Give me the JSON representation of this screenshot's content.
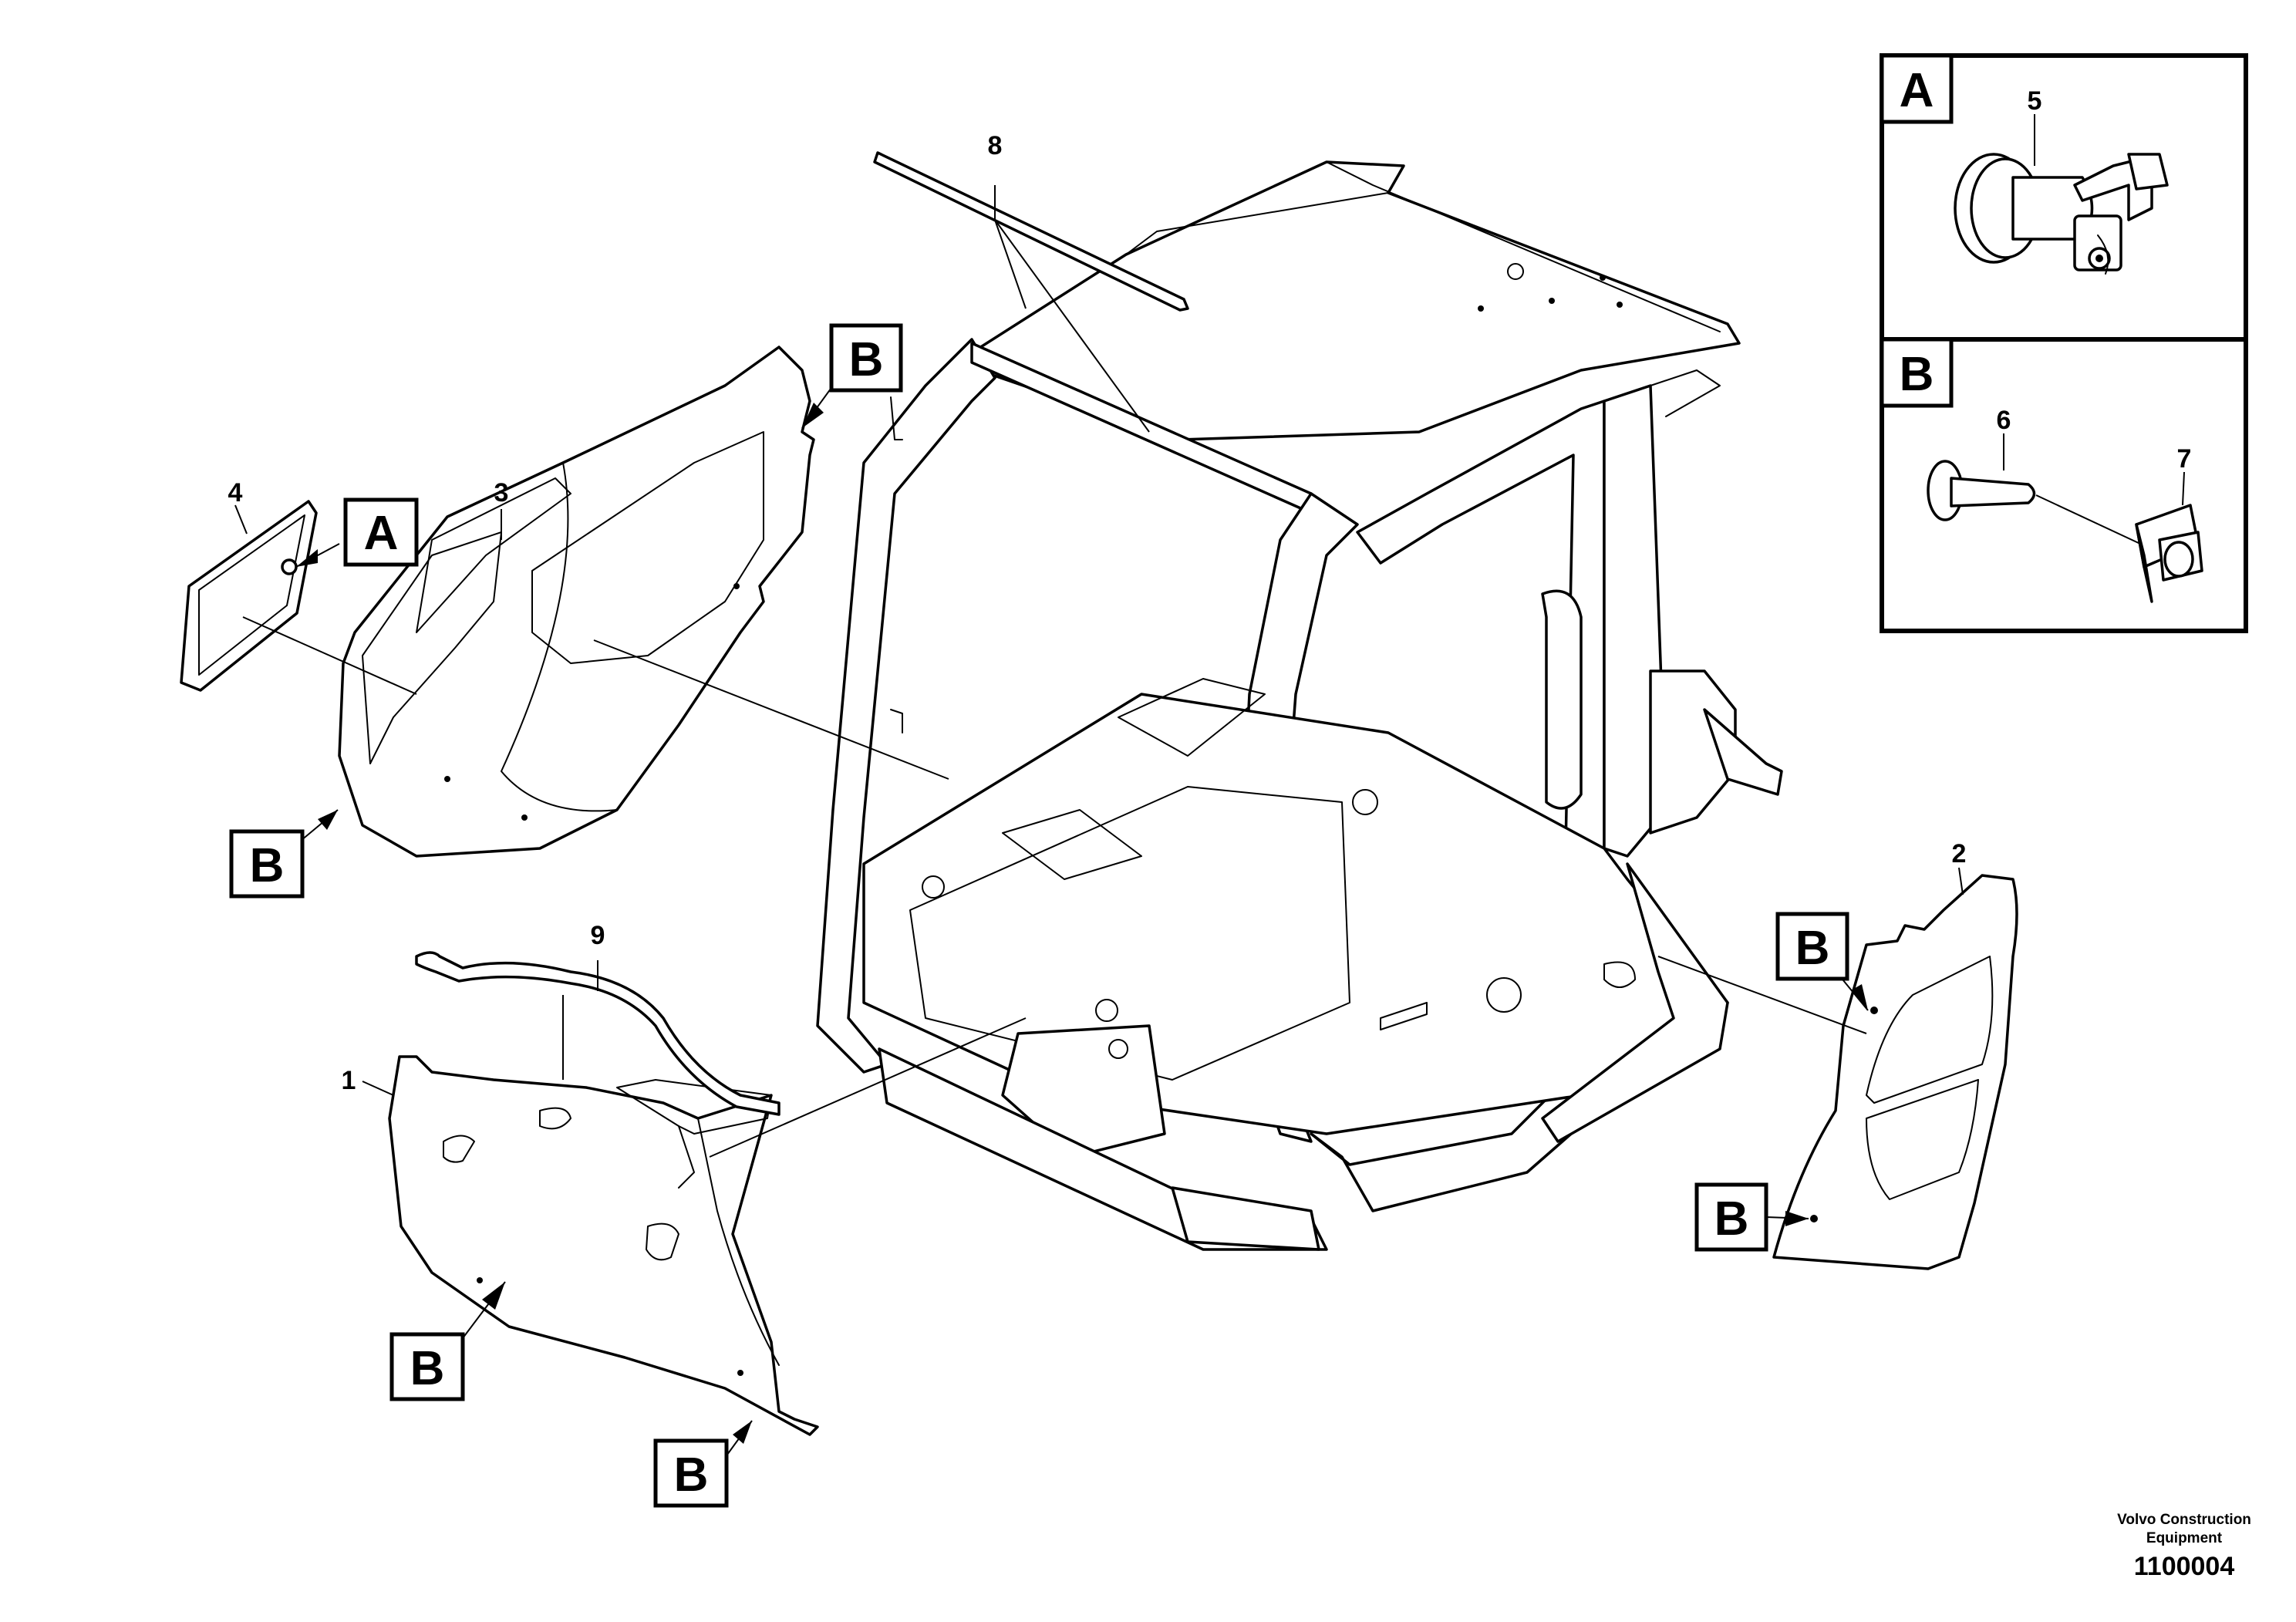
{
  "diagram": {
    "part_numbers": [
      "1",
      "2",
      "3",
      "4",
      "5",
      "6",
      "7",
      "8",
      "9"
    ],
    "callouts": {
      "a": "A",
      "b": "B"
    },
    "detail_panels": {
      "a": {
        "label": "A",
        "part": "5"
      },
      "b": {
        "label": "B",
        "parts": [
          "6",
          "7"
        ]
      }
    },
    "footer": {
      "publisher_line1": "Volvo Construction",
      "publisher_line2": "Equipment",
      "figure_id": "1100004"
    }
  }
}
